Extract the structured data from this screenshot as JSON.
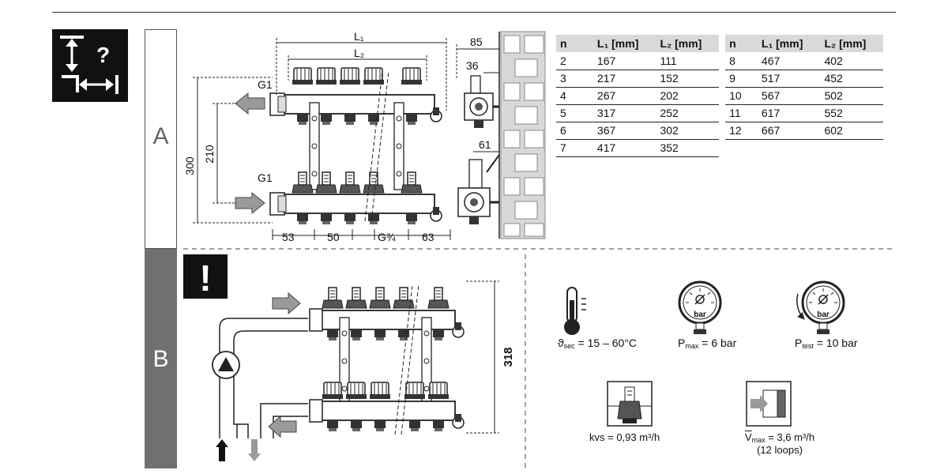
{
  "badges": {
    "help_glyph": "?",
    "warning_glyph": "!"
  },
  "sections": {
    "a_label": "A",
    "b_label": "B"
  },
  "dims_a": {
    "L1": "L₁",
    "L2": "L₂",
    "d85": "85",
    "d36": "36",
    "d61": "61",
    "g1_top": "G1",
    "g1_bottom": "G1",
    "h300": "300",
    "h210": "210",
    "b53": "53",
    "b50": "50",
    "bG34": "G¾",
    "b63": "63"
  },
  "table": {
    "headers": [
      "n",
      "L₁ [mm]",
      "L₂ [mm]",
      "n",
      "L₁ [mm]",
      "L₂ [mm]"
    ],
    "left_rows": [
      [
        "2",
        "167",
        "111"
      ],
      [
        "3",
        "217",
        "152"
      ],
      [
        "4",
        "267",
        "202"
      ],
      [
        "5",
        "317",
        "252"
      ],
      [
        "6",
        "367",
        "302"
      ],
      [
        "7",
        "417",
        "352"
      ]
    ],
    "right_rows": [
      [
        "8",
        "467",
        "402"
      ],
      [
        "9",
        "517",
        "452"
      ],
      [
        "10",
        "567",
        "502"
      ],
      [
        "11",
        "617",
        "552"
      ],
      [
        "12",
        "667",
        "602"
      ]
    ]
  },
  "dims_b": {
    "h318": "318"
  },
  "specs": {
    "temp_symbol": "ϑ",
    "temp_sub": "sec",
    "temp_value": " = 15 – 60°C",
    "pmax_symbol": "P",
    "pmax_sub": "max",
    "pmax_value": " = 6 bar",
    "ptest_symbol": "P",
    "ptest_sub": "test",
    "ptest_value": " = 10 bar",
    "gauge_unit": "bar",
    "kvs": "kvs = 0,93 m³/h",
    "vmax_symbol": "V",
    "vmax_sub": "max",
    "vmax_value": " = 3,6 m³/h",
    "vmax_note": "(12 loops)"
  },
  "colors": {
    "dark": "#111111",
    "band_b": "#707070",
    "arrow_grey": "#9a9a9a",
    "brick": "#d8d8d8"
  }
}
